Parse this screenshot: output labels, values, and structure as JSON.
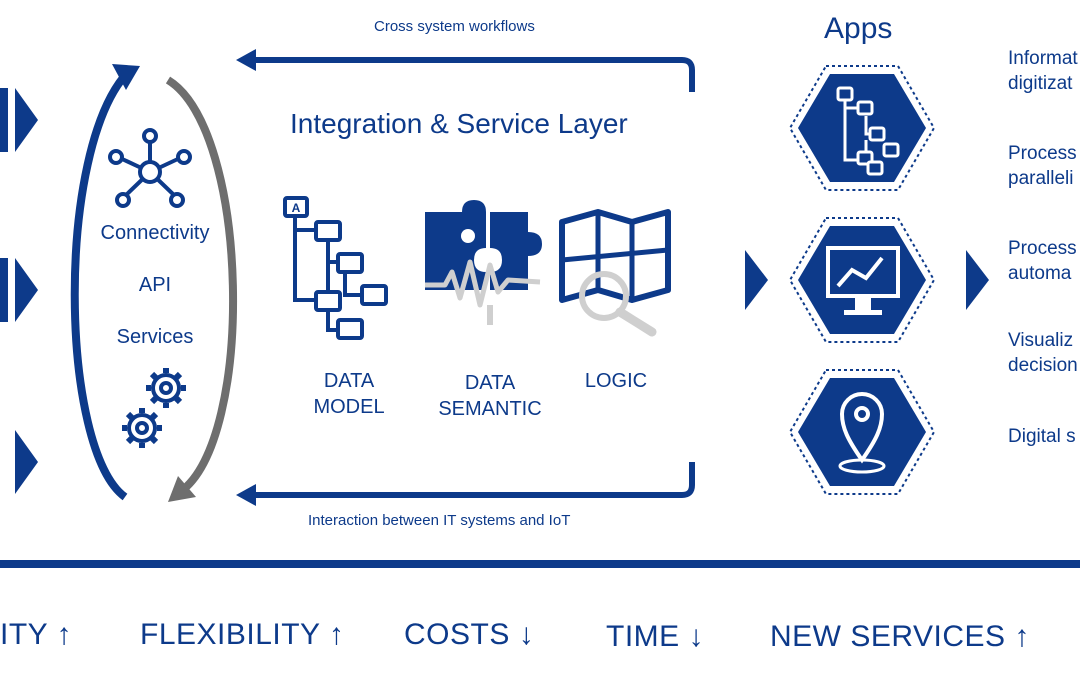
{
  "workflow_top": "Cross system workflows",
  "workflow_bottom": "Interaction between IT systems and IoT",
  "layer_title": "Integration & Service Layer",
  "connectivity": [
    "Connectivity",
    "API",
    "Services"
  ],
  "components": [
    {
      "line1": "DATA",
      "line2": "MODEL",
      "icon": "tree-structure-icon"
    },
    {
      "line1": "DATA",
      "line2": "SEMANTIC",
      "icon": "puzzle-icon"
    },
    {
      "line1": "LOGIC",
      "line2": "",
      "icon": "map-search-icon"
    }
  ],
  "apps": {
    "title": "Apps",
    "icons": [
      "tree-structure-icon",
      "monitor-chart-icon",
      "map-pin-icon"
    ]
  },
  "benefits": [
    {
      "line1": "Informat",
      "line2": "digitizat"
    },
    {
      "line1": "Process",
      "line2": "paralleli"
    },
    {
      "line1": "Process",
      "line2": "automa"
    },
    {
      "line1": "Visualiz",
      "line2": "decision"
    },
    {
      "line1": "Digital s",
      "line2": ""
    }
  ],
  "kpis": [
    {
      "label": "ITY",
      "arrow": "up"
    },
    {
      "label": "FLEXIBILITY",
      "arrow": "up"
    },
    {
      "label": "COSTS",
      "arrow": "down"
    },
    {
      "label": "TIME",
      "arrow": "down"
    },
    {
      "label": "NEW SERVICES",
      "arrow": "up"
    }
  ],
  "colors": {
    "primary": "#0d3a8a",
    "gray": "#7a7a7a",
    "light_gray": "#cfcfcf"
  }
}
